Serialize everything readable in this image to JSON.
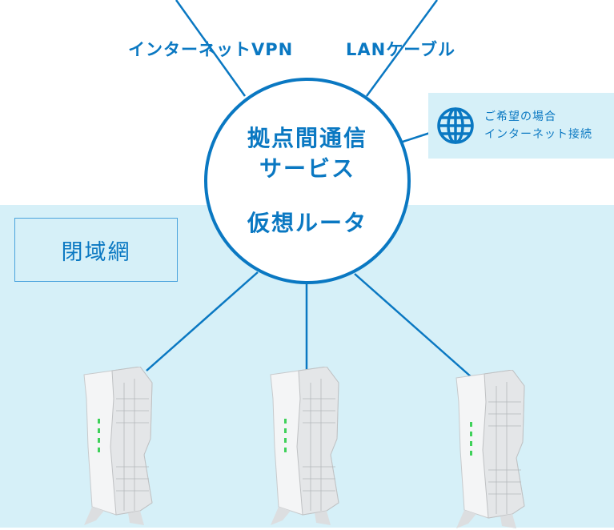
{
  "labels": {
    "internet_vpn": "インターネットVPN",
    "lan_cable": "LANケーブル"
  },
  "center": {
    "line1": "拠点間通信",
    "line2": "サービス",
    "line3": "仮想ルータ"
  },
  "closed_network": "閉域網",
  "internet_option": {
    "icon": "globe-icon",
    "line1": "ご希望の場合",
    "line2": "インターネット接続"
  },
  "routers": [
    "router",
    "router",
    "router"
  ],
  "colors": {
    "accent": "#0a78c2",
    "background_light": "#d6f0f8"
  }
}
